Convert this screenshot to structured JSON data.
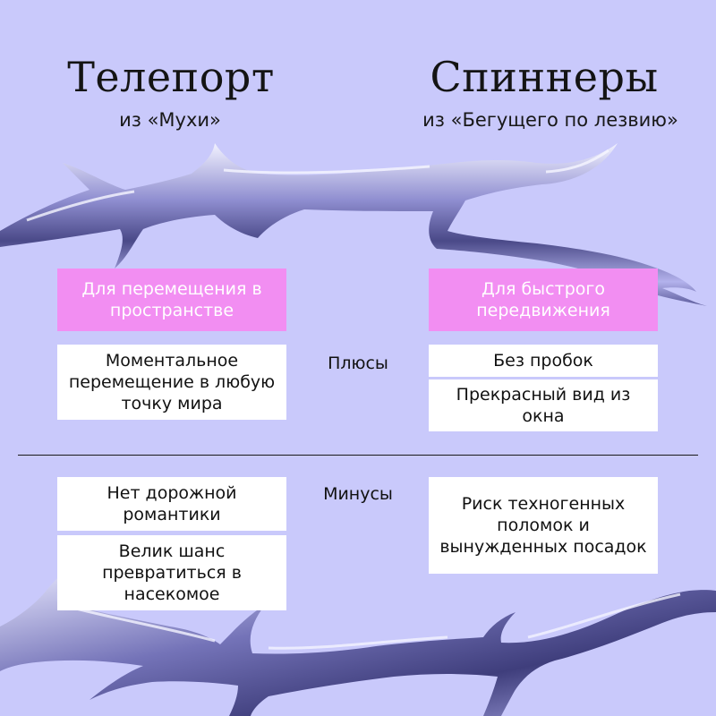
{
  "header": {
    "left_title": "Телепорт",
    "left_subtitle": "из «Мухи»",
    "right_title": "Спиннеры",
    "right_subtitle": "из «Бегущего по лезвию»"
  },
  "tags": {
    "left": "Для перемещения в пространстве",
    "right": "Для быстрого передвижения"
  },
  "labels": {
    "pros": "Плюсы",
    "cons": "Минусы"
  },
  "pros": {
    "left": [
      "Моментальное перемещение в любую точку мира"
    ],
    "right": [
      "Без пробок",
      "Прекрасный вид из окна"
    ]
  },
  "cons": {
    "left": [
      "Нет дорожной романтики",
      "Велик шанс превратиться в насекомое"
    ],
    "right": [
      "Риск техногенных поломок и вынужденных посадок"
    ]
  },
  "colors": {
    "background": "#c9c9fb",
    "tag": "#f28ef2",
    "card": "#ffffff",
    "chrome_dark": "#4b4a86",
    "chrome_light": "#eaeaff"
  }
}
